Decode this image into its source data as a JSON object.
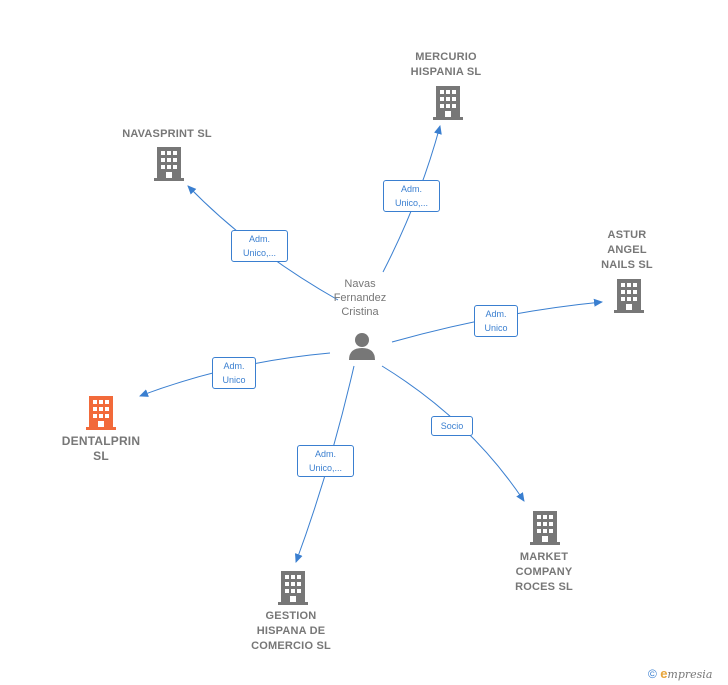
{
  "center": {
    "name": "Navas\nFernandez\nCristina",
    "icon": "person-icon"
  },
  "nodes": [
    {
      "id": "mercurio",
      "name": "MERCURIO\nHISPANIA  SL",
      "icon": "building-icon",
      "color": "#777777"
    },
    {
      "id": "navasprint",
      "name": "NAVASPRINT SL",
      "icon": "building-icon",
      "color": "#777777"
    },
    {
      "id": "astur",
      "name": "ASTUR\nANGEL\nNAILS  SL",
      "icon": "building-icon",
      "color": "#777777"
    },
    {
      "id": "dentalprin",
      "name": "DENTALPRIN\nSL",
      "icon": "building-icon",
      "color": "#f26a3a"
    },
    {
      "id": "gestion",
      "name": "GESTION\nHISPANA DE\nCOMERCIO  SL",
      "icon": "building-icon",
      "color": "#777777"
    },
    {
      "id": "market",
      "name": "MARKET\nCOMPANY\nROCES  SL",
      "icon": "building-icon",
      "color": "#777777"
    }
  ],
  "edges": [
    {
      "to": "mercurio",
      "label": "Adm.\nUnico,..."
    },
    {
      "to": "navasprint",
      "label": "Adm.\nUnico,..."
    },
    {
      "to": "astur",
      "label": "Adm.\nUnico"
    },
    {
      "to": "dentalprin",
      "label": "Adm.\nUnico"
    },
    {
      "to": "gestion",
      "label": "Adm.\nUnico,..."
    },
    {
      "to": "market",
      "label": "Socio"
    }
  ],
  "colors": {
    "edge": "#3a7fd0",
    "node": "#777777",
    "highlight": "#f26a3a"
  },
  "footer": {
    "copyright": "©",
    "brand_e": "e",
    "brand_rest": "mpresia"
  }
}
